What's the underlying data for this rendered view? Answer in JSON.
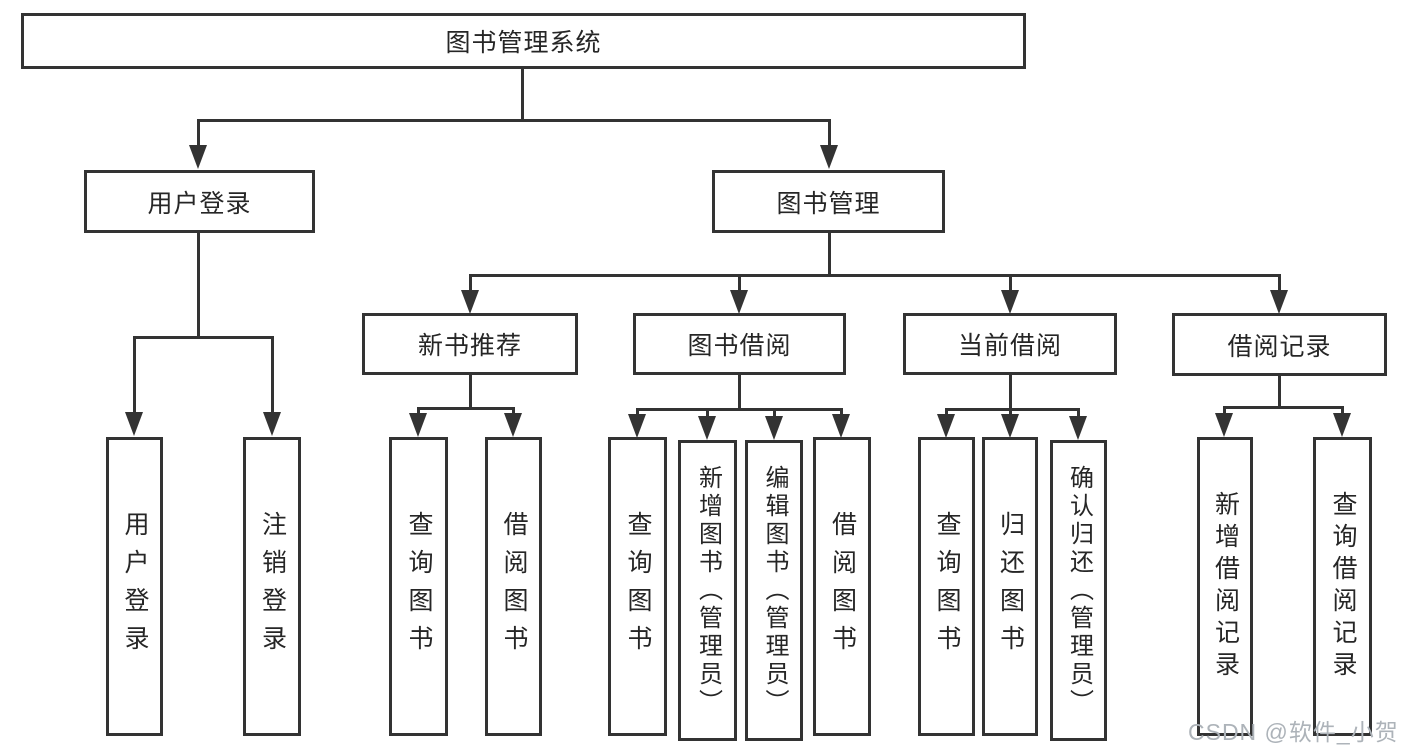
{
  "diagram": {
    "root": "图书管理系统",
    "level2": [
      {
        "label": "用户登录"
      },
      {
        "label": "图书管理"
      }
    ],
    "level3": [
      {
        "label": "新书推荐"
      },
      {
        "label": "图书借阅"
      },
      {
        "label": "当前借阅"
      },
      {
        "label": "借阅记录"
      }
    ],
    "leaves": {
      "user": [
        "用户登录",
        "注销登录"
      ],
      "newbook": [
        "查询图书",
        "借阅图书"
      ],
      "borrow": [
        "查询图书",
        "新增图书（管理员）",
        "编辑图书（管理员）",
        "借阅图书"
      ],
      "current": [
        "查询图书",
        "归还图书",
        "确认归还（管理员）"
      ],
      "records": [
        "新增借阅记录",
        "查询借阅记录"
      ]
    },
    "watermark": "CSDN @软件_小贺同学",
    "colors": {
      "line": "#333333",
      "box_border": "#333333",
      "text": "#262626",
      "watermark": "#adb3b9",
      "background": "#ffffff"
    }
  }
}
